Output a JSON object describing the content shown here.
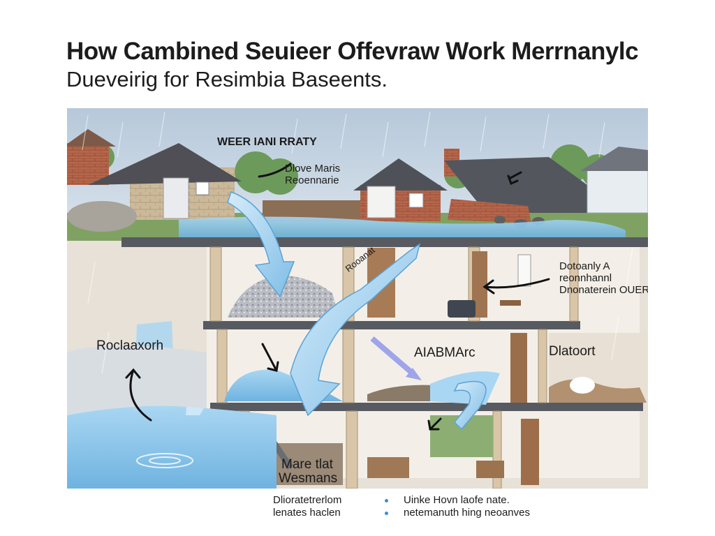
{
  "header": {
    "title": "How Cambined Seuieer Offevraw Work Merrnanylc",
    "subtitle": "Dueveirig for Resimbia Baseents."
  },
  "labels": {
    "top_center": "WEER IANI RRATY",
    "top_arrow": [
      "Dlove Maris",
      "Reoennarie"
    ],
    "pipe": "Rooanat",
    "right_upper": [
      "Dotoanly A",
      "reonnhannl",
      "Dnonaterein OUER"
    ],
    "left_overflow": "Roclaaxorh",
    "middle": "AIABMArc",
    "right_middle": "Dlatoort",
    "bottom": [
      "Mare tlat",
      "Wesmans"
    ]
  },
  "legend": {
    "left": [
      "Dlioratetrerlom",
      "lenates haclen"
    ],
    "right": [
      "Uinke Hovn laofe nate.",
      "netemanuth hing neoanves"
    ]
  },
  "colors": {
    "water": "#8ec6ea",
    "sky": "#c9d6e4",
    "accent_dot": "#3b8fd4"
  }
}
